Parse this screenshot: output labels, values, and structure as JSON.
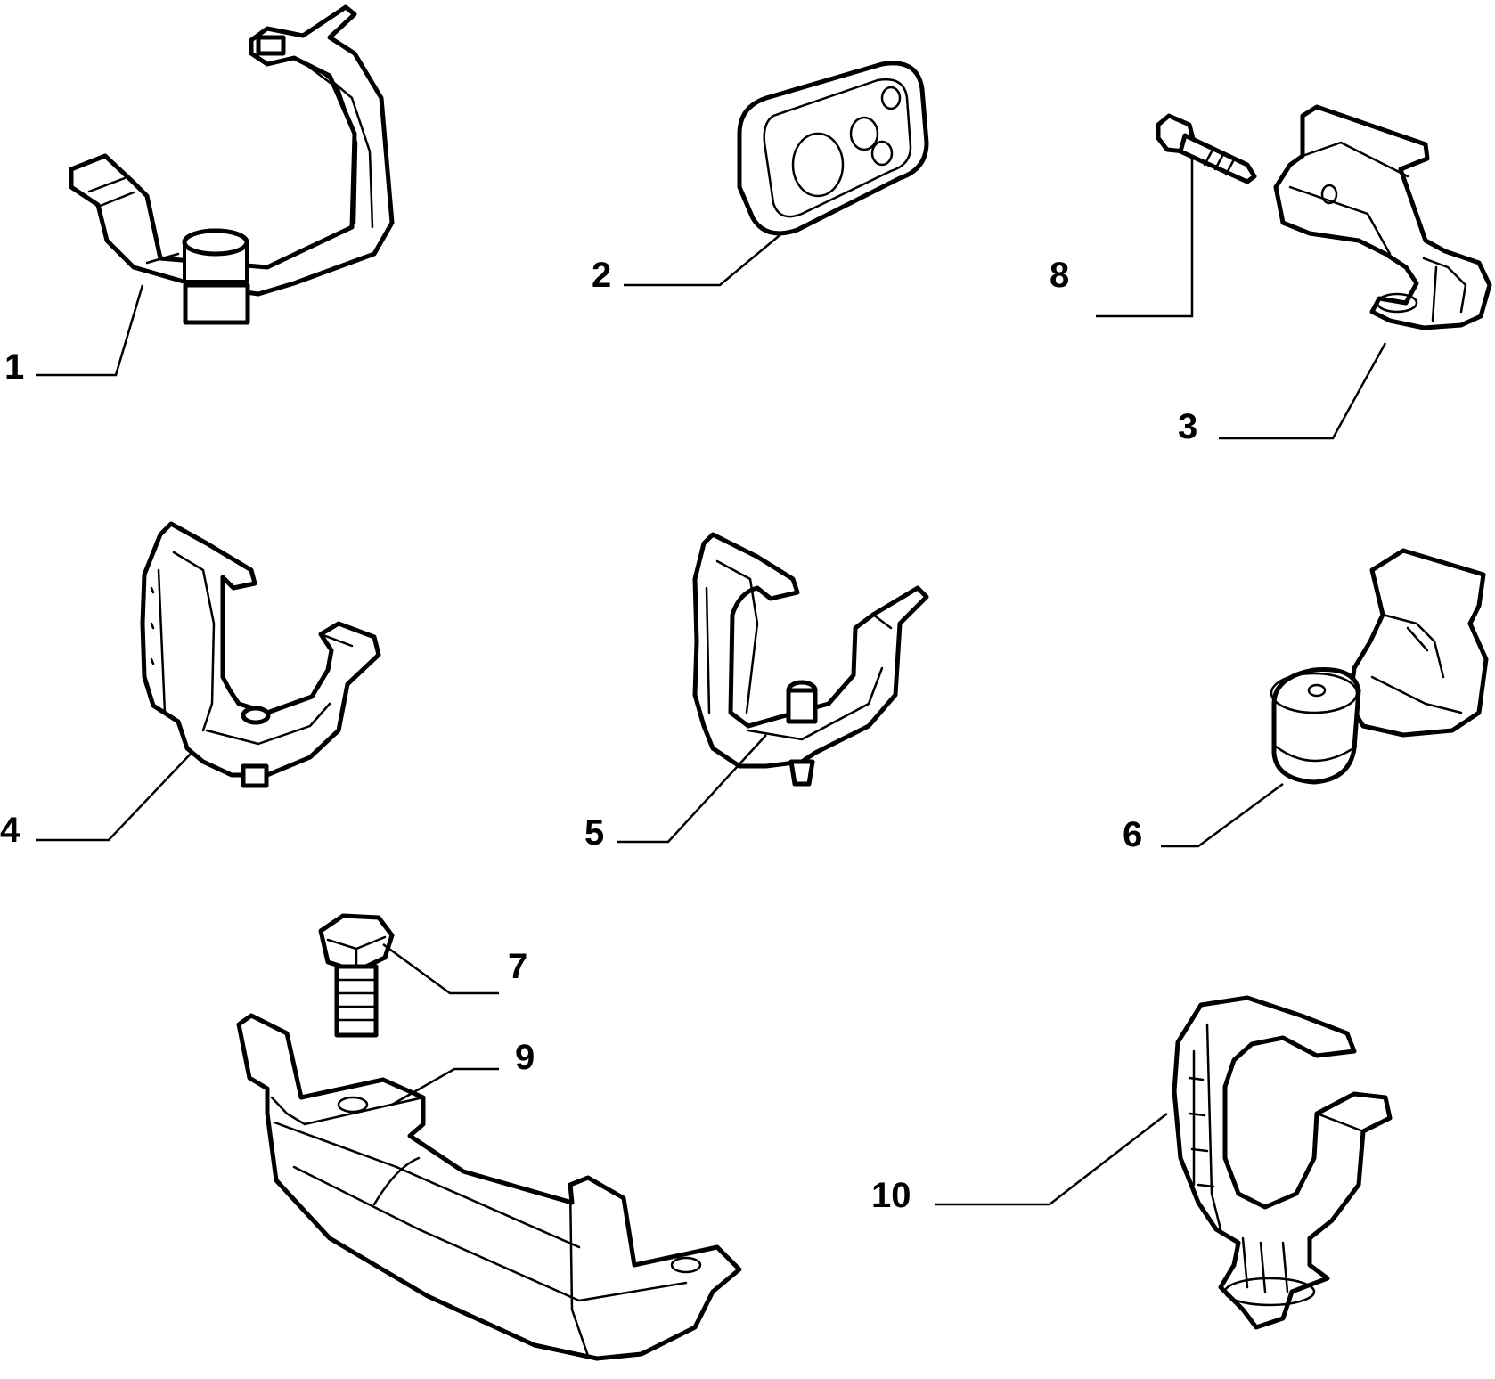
{
  "callouts": {
    "p1": "1",
    "p2": "2",
    "p3": "3",
    "p4": "4",
    "p5": "5",
    "p6": "6",
    "p7": "7",
    "p8": "8",
    "p9": "9",
    "p10": "10"
  },
  "colors": {
    "line": "#000000",
    "background": "#ffffff"
  }
}
